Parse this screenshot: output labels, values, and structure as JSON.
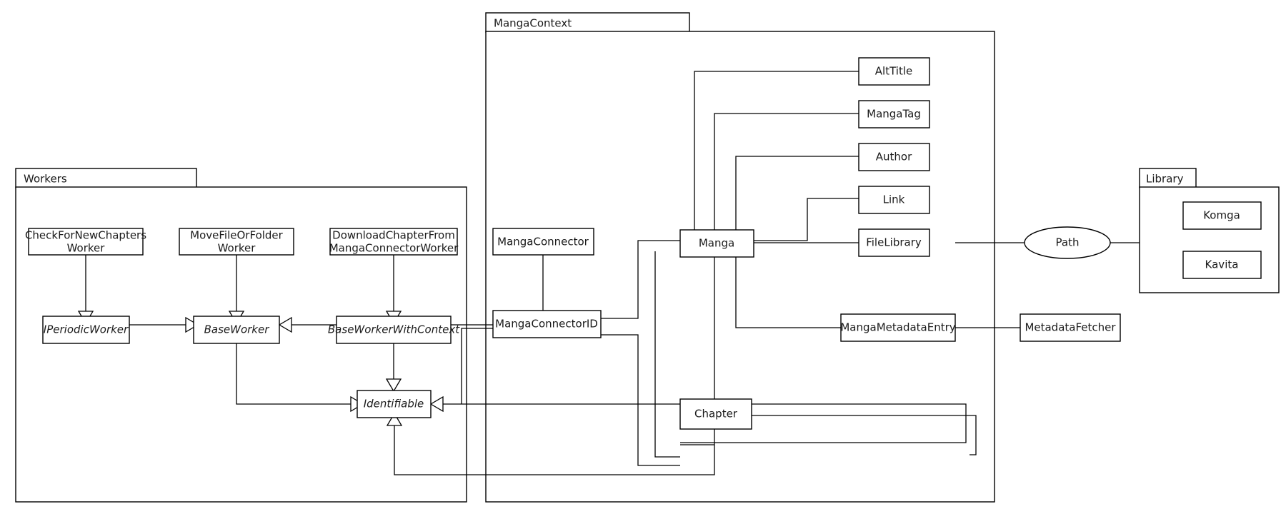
{
  "diagram": {
    "kind": "uml-class-diagram",
    "background": "#ffffff",
    "stroke_color": "#000000",
    "text_color": "#1a1a1a"
  },
  "packages": [
    {
      "id": "workers",
      "label": "Workers"
    },
    {
      "id": "mangacontext",
      "label": "MangaContext"
    },
    {
      "id": "library",
      "label": "Library"
    }
  ],
  "nodes": {
    "check_for_new_chapters_worker": {
      "label_line1": "CheckForNewChapters",
      "label_line2": "Worker",
      "abstract": false
    },
    "move_file_or_folder_worker": {
      "label_line1": "MoveFileOrFolder",
      "label_line2": "Worker",
      "abstract": false
    },
    "download_chapter_worker": {
      "label_line1": "DownloadChapterFrom",
      "label_line2": "MangaConnectorWorker",
      "abstract": false
    },
    "iperiodicworker": {
      "label": "IPeriodicWorker",
      "abstract": true
    },
    "baseworker": {
      "label": "BaseWorker",
      "abstract": true
    },
    "baseworkerwithcontext": {
      "label": "BaseWorkerWithContext",
      "abstract": true
    },
    "identifiable": {
      "label": "Identifiable",
      "abstract": true
    },
    "mangaconnector": {
      "label": "MangaConnector",
      "abstract": false
    },
    "mangaconnectorid": {
      "label": "MangaConnectorID",
      "abstract": false
    },
    "manga": {
      "label": "Manga",
      "abstract": false
    },
    "chapter": {
      "label": "Chapter",
      "abstract": false
    },
    "alttitle": {
      "label": "AltTitle",
      "abstract": false
    },
    "mangatag": {
      "label": "MangaTag",
      "abstract": false
    },
    "author": {
      "label": "Author",
      "abstract": false
    },
    "link": {
      "label": "Link",
      "abstract": false
    },
    "filelibrary": {
      "label": "FileLibrary",
      "abstract": false
    },
    "mangametadataentry": {
      "label": "MangaMetadataEntry",
      "abstract": false
    },
    "metadatafetcher": {
      "label": "MetadataFetcher",
      "abstract": false
    },
    "path": {
      "label": "Path",
      "abstract": false,
      "shape": "ellipse"
    },
    "komga": {
      "label": "Komga",
      "abstract": false
    },
    "kavita": {
      "label": "Kavita",
      "abstract": false
    }
  },
  "relations": [
    {
      "from": "check_for_new_chapters_worker",
      "to": "iperiodicworker",
      "type": "generalization"
    },
    {
      "from": "move_file_or_folder_worker",
      "to": "baseworker",
      "type": "generalization"
    },
    {
      "from": "download_chapter_worker",
      "to": "baseworkerwithcontext",
      "type": "generalization"
    },
    {
      "from": "iperiodicworker",
      "to": "baseworker",
      "type": "realization"
    },
    {
      "from": "baseworkerwithcontext",
      "to": "baseworker",
      "type": "generalization"
    },
    {
      "from": "baseworker",
      "to": "identifiable",
      "type": "realization"
    },
    {
      "from": "baseworkerwithcontext",
      "to": "identifiable",
      "type": "generalization"
    },
    {
      "from": "mangaconnectorid",
      "to": "identifiable",
      "type": "association"
    },
    {
      "from": "chapter",
      "to": "identifiable",
      "type": "generalization"
    },
    {
      "from": "chapter",
      "to": "identifiable",
      "type": "generalization-bottom"
    },
    {
      "from": "mangaconnector",
      "to": "mangaconnectorid",
      "type": "association"
    },
    {
      "from": "mangaconnectorid",
      "to": "manga",
      "type": "association"
    },
    {
      "from": "mangaconnectorid",
      "to": "chapter",
      "type": "association"
    },
    {
      "from": "manga",
      "to": "chapter",
      "type": "association"
    },
    {
      "from": "manga",
      "to": "alttitle",
      "type": "association"
    },
    {
      "from": "manga",
      "to": "mangatag",
      "type": "association"
    },
    {
      "from": "manga",
      "to": "author",
      "type": "association"
    },
    {
      "from": "manga",
      "to": "link",
      "type": "association"
    },
    {
      "from": "manga",
      "to": "filelibrary",
      "type": "association"
    },
    {
      "from": "manga",
      "to": "mangametadataentry",
      "type": "association"
    },
    {
      "from": "mangametadataentry",
      "to": "metadatafetcher",
      "type": "association"
    },
    {
      "from": "filelibrary",
      "to": "path",
      "type": "association"
    },
    {
      "from": "path",
      "to": "library",
      "type": "association"
    }
  ]
}
